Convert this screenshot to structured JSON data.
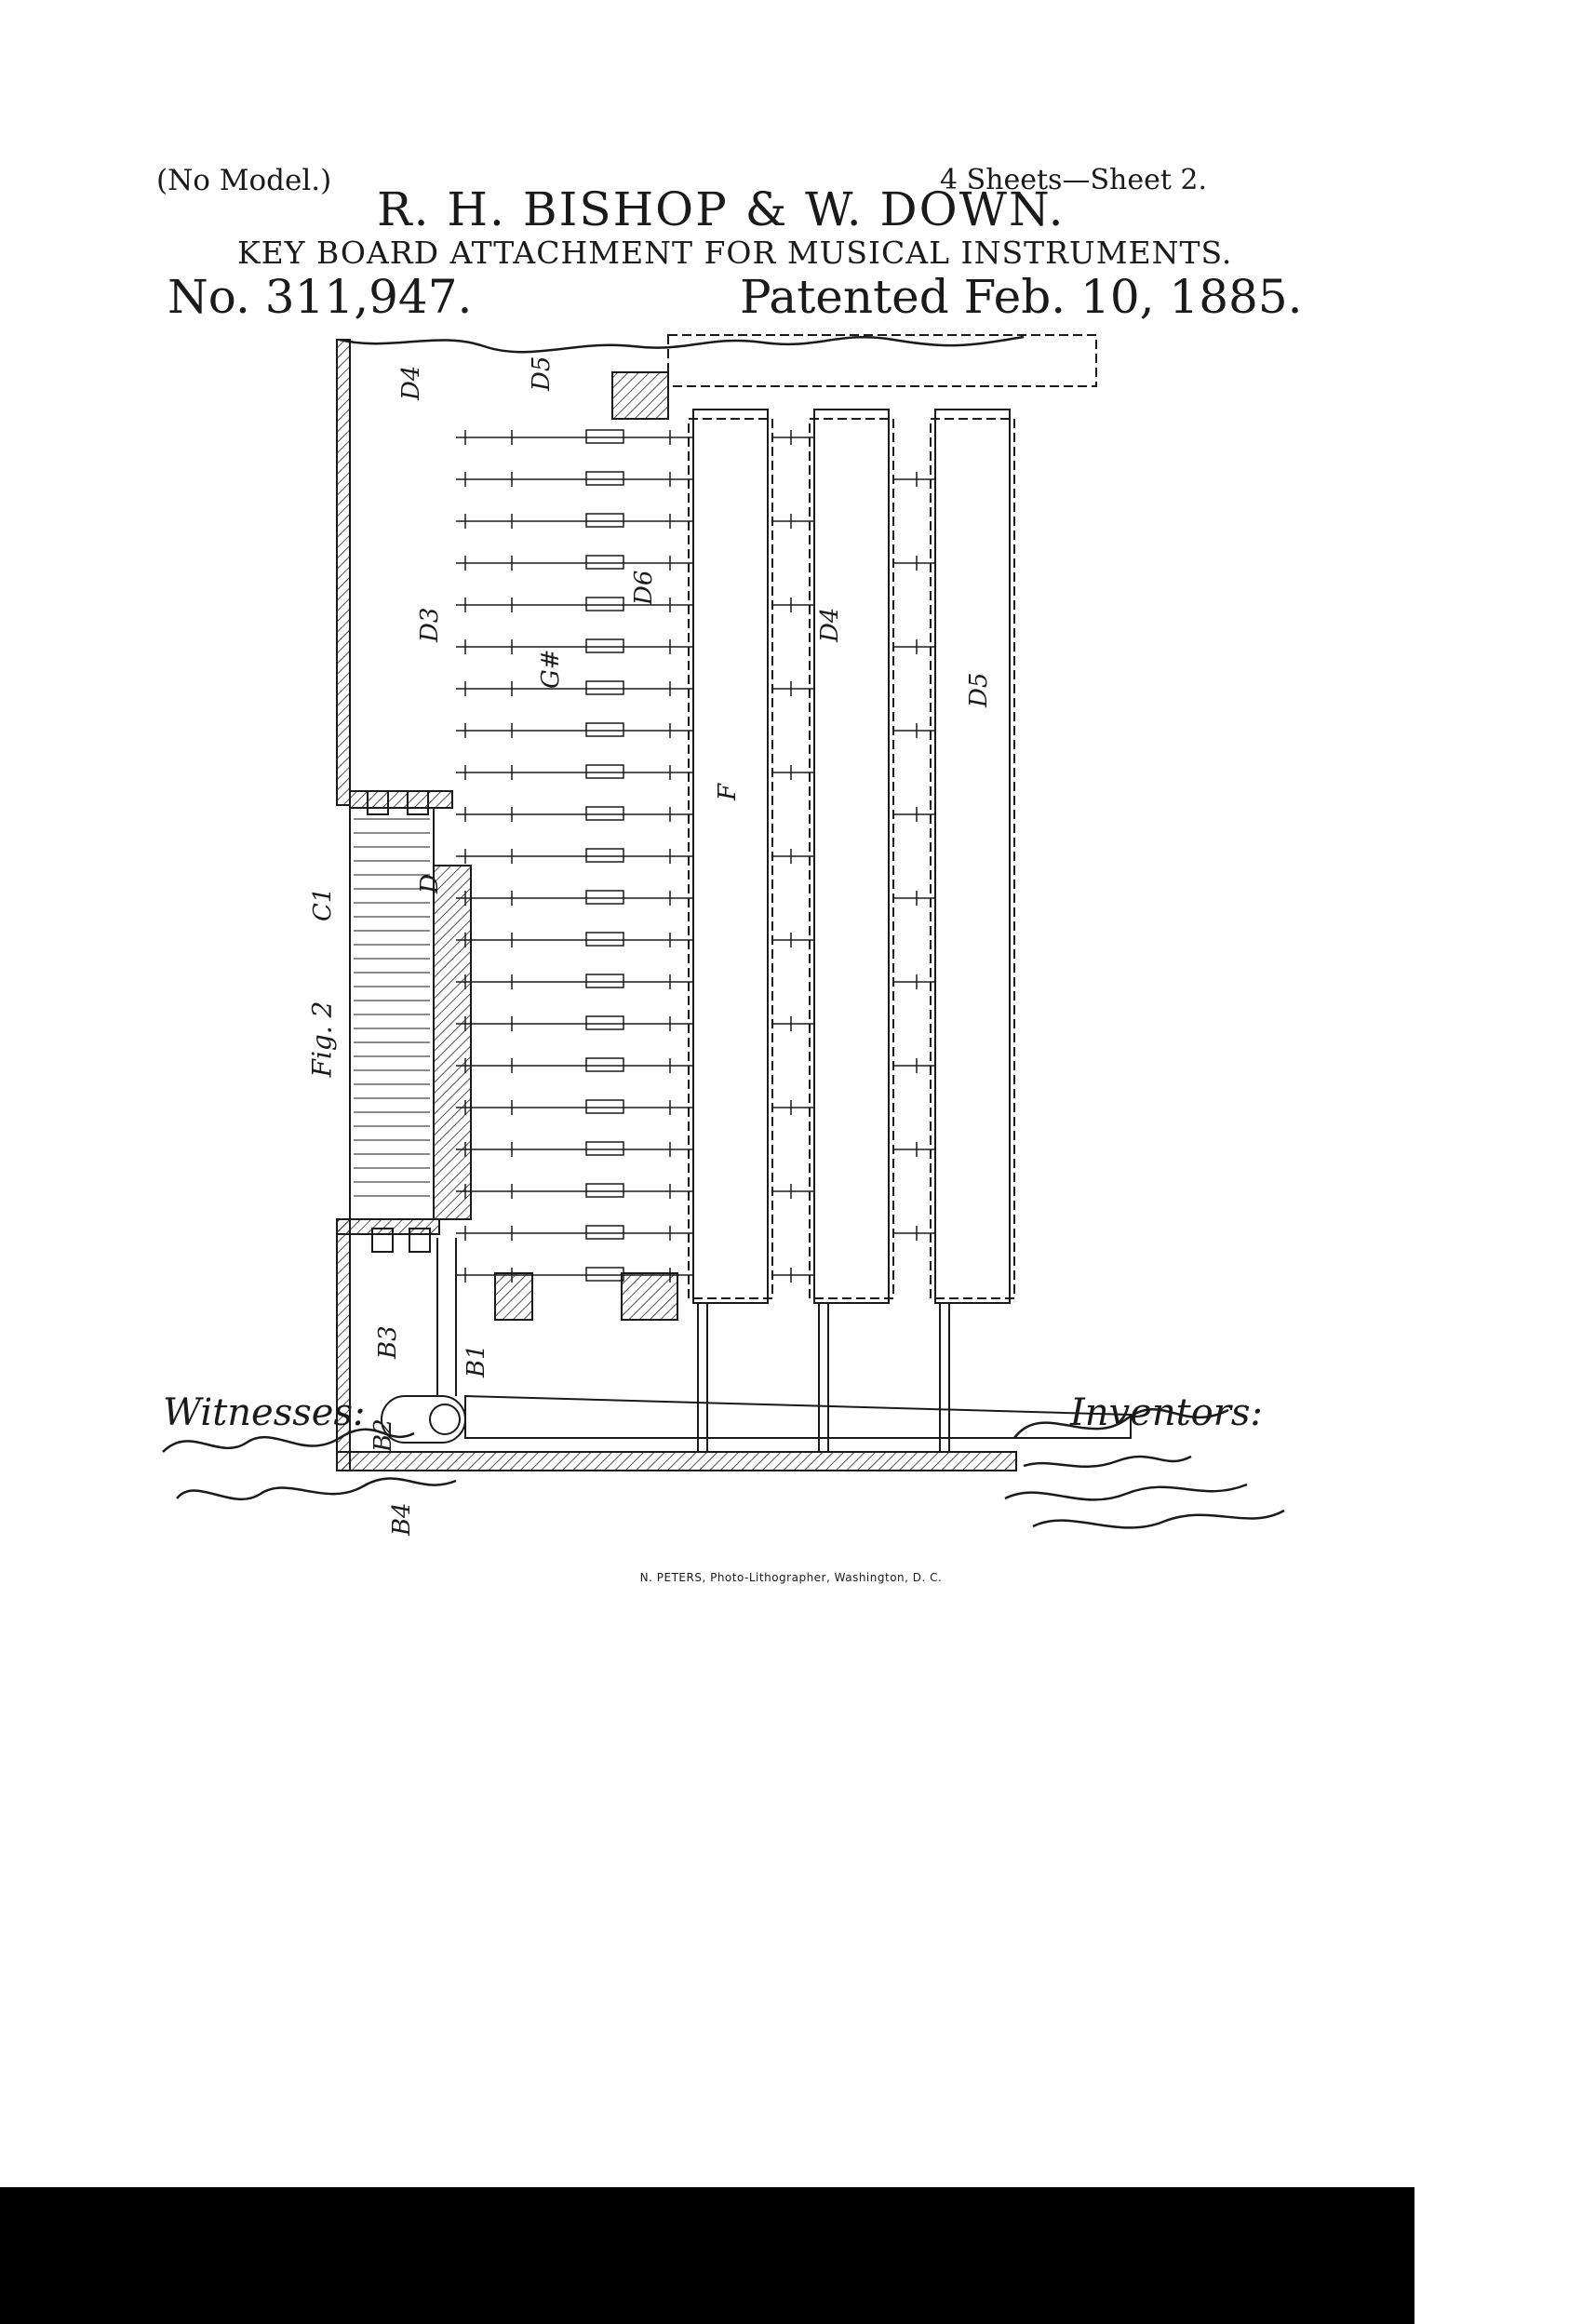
{
  "header": {
    "model_note": "(No Model.)",
    "sheets": "4 Sheets—Sheet 2.",
    "inventors": "R. H. BISHOP & W. DOWN.",
    "title": "KEY BOARD ATTACHMENT FOR MUSICAL INSTRUMENTS.",
    "patent_number": "No. 311,947.",
    "patent_date": "Patented Feb. 10, 1885."
  },
  "figure": {
    "label": "Fig. 2",
    "reference_letters": [
      "D4",
      "D5",
      "D3",
      "D6",
      "G#",
      "C1",
      "D",
      "B4",
      "B3",
      "B2",
      "B1",
      "F"
    ]
  },
  "signatures": {
    "witnesses_label": "Witnesses:",
    "inventors_label": "Inventors:"
  },
  "printer_credit": "N. PETERS, Photo-Lithographer, Washington, D. C.",
  "colors": {
    "ink": "#1a1a1a",
    "paper": "#ffffff",
    "bar": "#000000"
  }
}
